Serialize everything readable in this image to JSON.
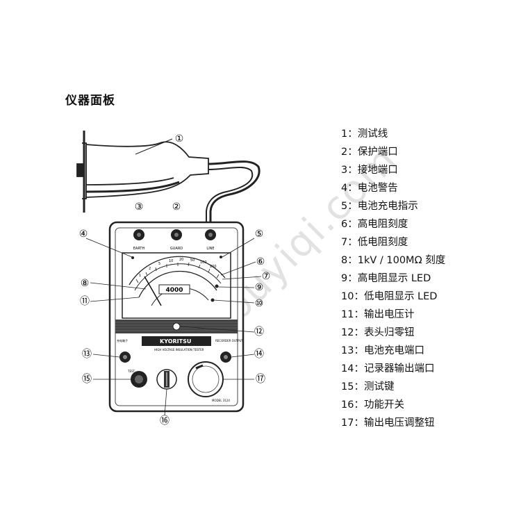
{
  "page": {
    "title": "仪器面板"
  },
  "watermark": "buyiqi.com",
  "panel": {
    "brand": "KYORITSU",
    "subtitle": "HIGH VOLTAGE INSULATION TESTER",
    "model": "MODEL 3124",
    "terminals": [
      "EARTH",
      "GUARD",
      "LINE"
    ],
    "digital_display": "4000",
    "left_port_label": "充电端子",
    "right_port_label": "RECORDER OUTPUT",
    "test_key_label": "TEST",
    "scale_numbers": [
      "1",
      "2",
      "5",
      "10",
      "20",
      "50",
      "100",
      "200"
    ],
    "callouts": [
      "①",
      "②",
      "③",
      "④",
      "⑤",
      "⑥",
      "⑦",
      "⑧",
      "⑨",
      "⑩",
      "⑪",
      "⑫",
      "⑬",
      "⑭",
      "⑮",
      "⑯",
      "⑰"
    ]
  },
  "legend": [
    {
      "num": "1",
      "sep": "：",
      "text": "测试线"
    },
    {
      "num": "2",
      "sep": "：",
      "text": "保护端口"
    },
    {
      "num": "3",
      "sep": "：",
      "text": "接地端口"
    },
    {
      "num": "4",
      "sep": "：",
      "text": "电池警告"
    },
    {
      "num": "5",
      "sep": "：",
      "text": "电池充电指示"
    },
    {
      "num": "6",
      "sep": "：",
      "text": "高电阻刻度"
    },
    {
      "num": "7",
      "sep": "：",
      "text": "低电阻刻度"
    },
    {
      "num": "8",
      "sep": "：",
      "text": "1kV / 100MΩ 刻度"
    },
    {
      "num": "9",
      "sep": "：",
      "text": "高电阻显示 LED"
    },
    {
      "num": "10",
      "sep": "：",
      "text": "低电阻显示 LED"
    },
    {
      "num": "11",
      "sep": "：",
      "text": "输出电压计"
    },
    {
      "num": "12",
      "sep": "：",
      "text": "表头归零钮"
    },
    {
      "num": "13",
      "sep": "：",
      "text": "电池充电端口"
    },
    {
      "num": "14",
      "sep": "：",
      "text": "记录器输出端口"
    },
    {
      "num": "15",
      "sep": "：",
      "text": "测试键"
    },
    {
      "num": "16",
      "sep": "：",
      "text": "功能开关"
    },
    {
      "num": "17",
      "sep": "：",
      "text": "输出电压调整钮"
    }
  ]
}
